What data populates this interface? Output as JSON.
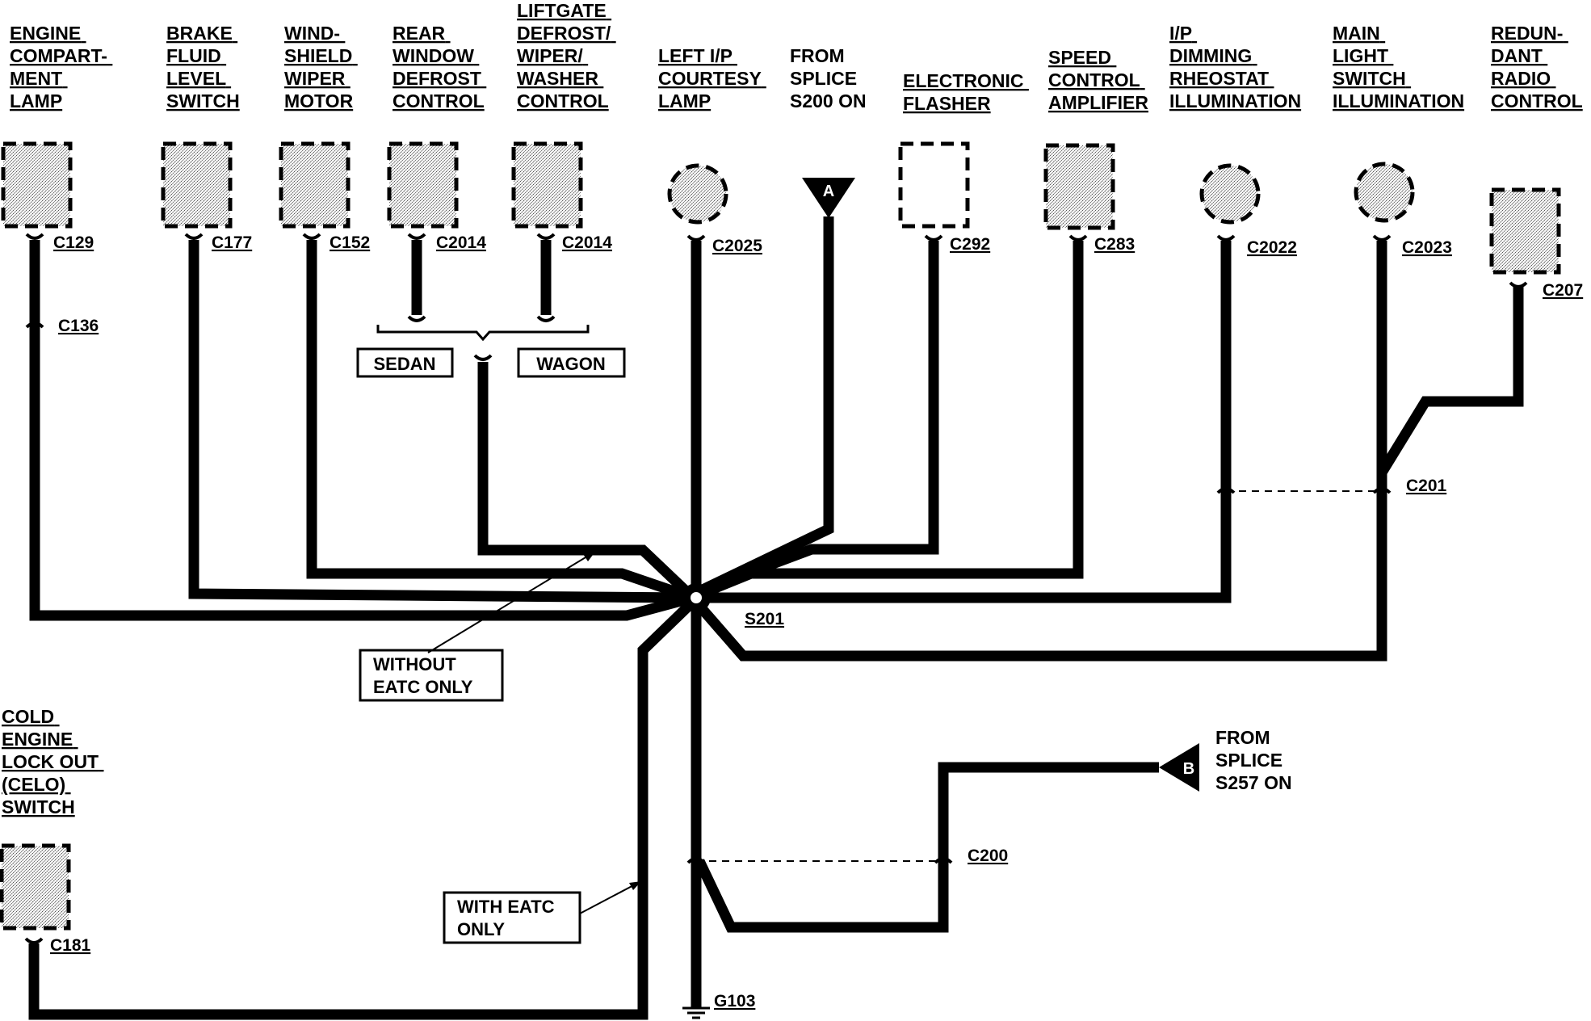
{
  "components": {
    "engine_compartment_lamp": [
      "ENGINE",
      "COMPART-",
      "MENT",
      "LAMP"
    ],
    "brake_fluid_level_switch": [
      "BRAKE",
      "FLUID",
      "LEVEL",
      "SWITCH"
    ],
    "windshield_wiper_motor": [
      "WIND-",
      "SHIELD",
      "WIPER",
      "MOTOR"
    ],
    "rear_window_defrost_control": [
      "REAR",
      "WINDOW",
      "DEFROST",
      "CONTROL"
    ],
    "liftgate_defrost_wiper_washer_control": [
      "LIFTGATE",
      "DEFROST/",
      "WIPER/",
      "WASHER",
      "CONTROL"
    ],
    "left_ip_courtesy_lamp": [
      "LEFT I/P",
      "COURTESY",
      "LAMP"
    ],
    "from_splice_s200": [
      "FROM",
      "SPLICE",
      "S200 ON"
    ],
    "electronic_flasher": [
      "ELECTRONIC",
      "FLASHER"
    ],
    "speed_control_amplifier": [
      "SPEED",
      "CONTROL",
      "AMPLIFIER"
    ],
    "ip_dimming_rheostat_illumination": [
      "I/P",
      "DIMMING",
      "RHEOSTAT",
      "ILLUMINATION"
    ],
    "main_light_switch_illumination": [
      "MAIN",
      "LIGHT",
      "SWITCH",
      "ILLUMINATION"
    ],
    "redundant_radio_control": [
      "REDUN-",
      "DANT",
      "RADIO",
      "CONTROL"
    ],
    "cold_engine_lock_out_switch": [
      "COLD",
      "ENGINE",
      "LOCK OUT",
      "(CELO)",
      "SWITCH"
    ],
    "from_splice_s257": [
      "FROM",
      "SPLICE",
      "S257 ON"
    ]
  },
  "connectors": {
    "c129": "C129",
    "c177": "C177",
    "c152": "C152",
    "c2014_sedan": "C2014",
    "c2014_wagon": "C2014",
    "c2025": "C2025",
    "c292": "C292",
    "c283": "C283",
    "c2022": "C2022",
    "c2023": "C2023",
    "c207": "C207",
    "c136": "C136",
    "c201": "C201",
    "c200": "C200",
    "c181": "C181"
  },
  "splice": "S201",
  "ground": "G103",
  "off_page": {
    "a": "A",
    "b": "B"
  },
  "notes": {
    "sedan": "SEDAN",
    "wagon": "WAGON",
    "without_eatc": [
      "WITHOUT",
      "EATC ONLY"
    ],
    "with_eatc": [
      "WITH EATC",
      "ONLY"
    ]
  }
}
